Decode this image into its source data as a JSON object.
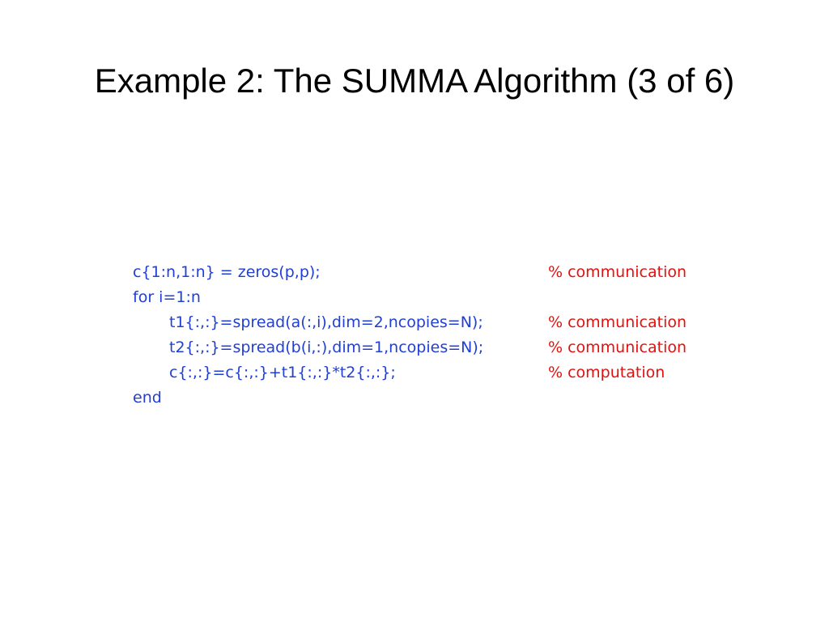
{
  "slide": {
    "title": "Example 2: The SUMMA Algorithm (3 of 6)",
    "code_text_color": "#1f3fd6",
    "comment_color": "#e0120f",
    "lines": [
      {
        "code": "c{1:n,1:n} = zeros(p,p);",
        "comment": "% communication",
        "indent": 0
      },
      {
        "code": "for i=1:n",
        "comment": "",
        "indent": 0
      },
      {
        "code": "t1{:,:}=spread(a(:,i),dim=2,ncopies=N);",
        "comment": "% communication",
        "indent": 1
      },
      {
        "code": "t2{:,:}=spread(b(i,:),dim=1,ncopies=N);",
        "comment": "% communication",
        "indent": 1
      },
      {
        "code": "c{:,:}=c{:,:}+t1{:,:}*t2{:,:};",
        "comment": "% computation",
        "indent": 1
      },
      {
        "code": "end",
        "comment": "",
        "indent": 0
      }
    ]
  }
}
